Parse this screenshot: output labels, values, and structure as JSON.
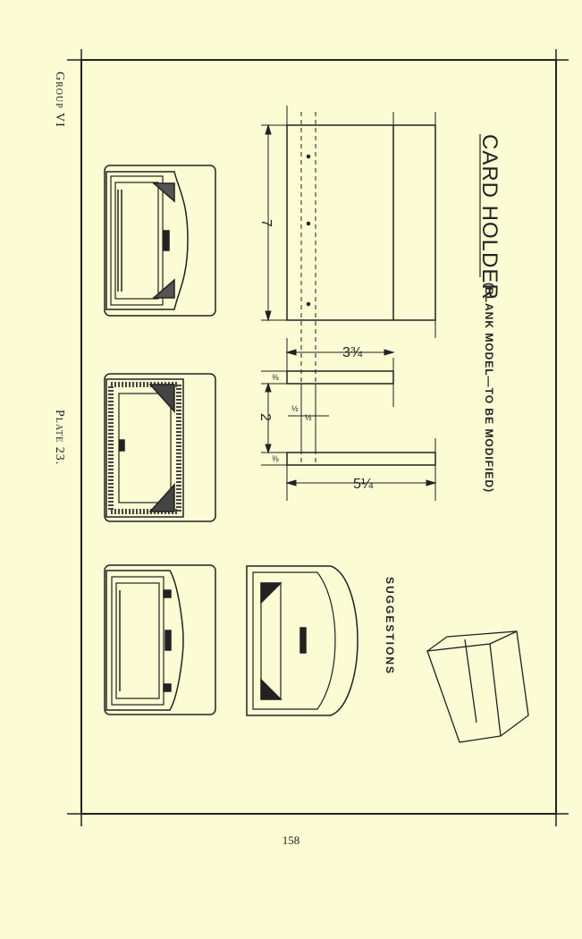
{
  "page": {
    "group_label": "Group VI",
    "plate_label": "Plate 23.",
    "page_number": "158"
  },
  "drawing": {
    "title": "CARD HOLDER",
    "subtitle": "(BLANK MODEL—TO BE MODIFIED)",
    "suggestions_label": "SUGGESTIONS",
    "dimensions": {
      "height": "7",
      "depth": "3¾",
      "front_height": "5¼",
      "slot": "2",
      "half_a": "½",
      "half_b": "½",
      "eighth_top": "⅜",
      "eighth_bottom": "⅜"
    }
  }
}
